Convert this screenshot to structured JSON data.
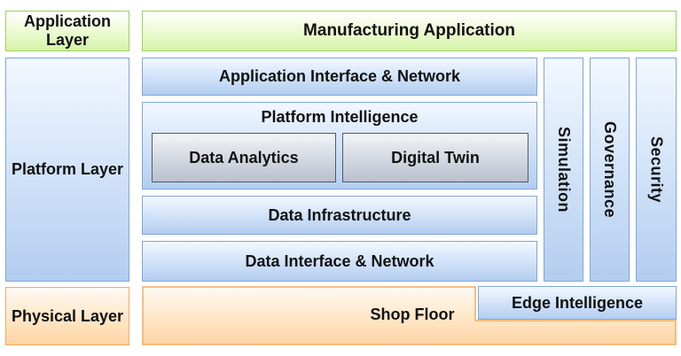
{
  "layers": {
    "application": "Application Layer",
    "platform": "Platform Layer",
    "physical": "Physical Layer"
  },
  "boxes": {
    "manufacturing_application": "Manufacturing Application",
    "app_interface_network": "Application Interface & Network",
    "platform_intelligence": "Platform Intelligence",
    "data_analytics": "Data Analytics",
    "digital_twin": "Digital Twin",
    "data_infrastructure": "Data Infrastructure",
    "data_interface_network": "Data Interface & Network",
    "simulation": "Simulation",
    "governance": "Governance",
    "security": "Security",
    "edge_intelligence": "Edge Intelligence",
    "shop_floor": "Shop Floor"
  }
}
